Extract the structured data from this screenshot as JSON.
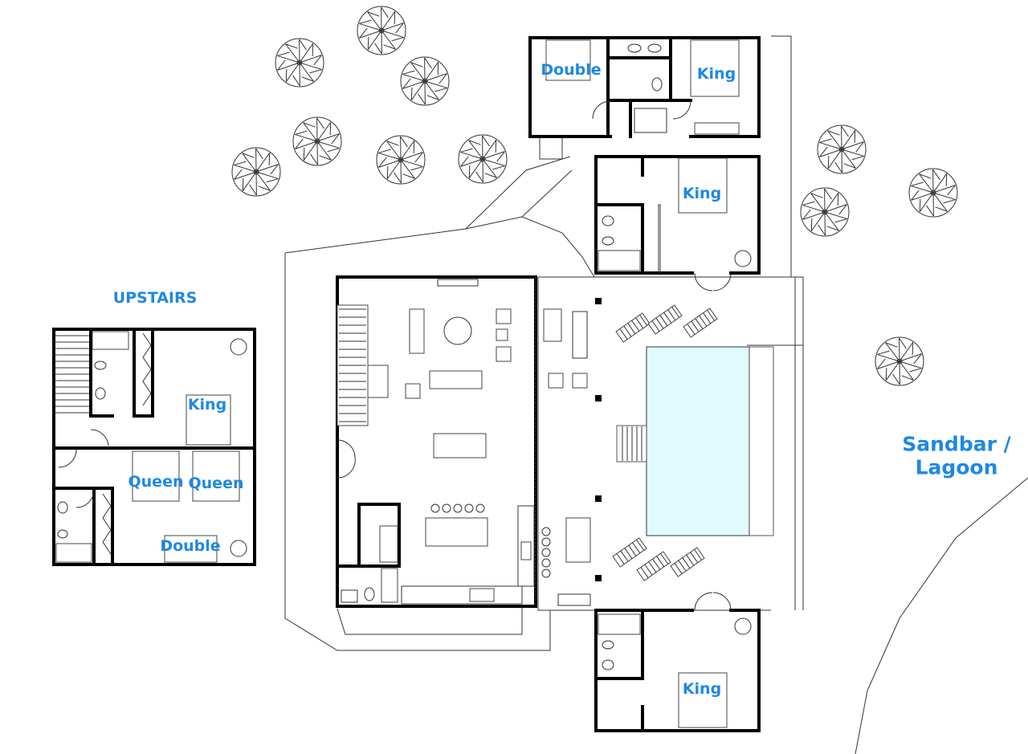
{
  "floorplan": {
    "upstairs_label": "UPSTAIRS",
    "area_label_line1": "Sandbar /",
    "area_label_line2": "Lagoon",
    "rooms": [
      {
        "id": "north-left",
        "label": "Double"
      },
      {
        "id": "north-right",
        "label": "King"
      },
      {
        "id": "east-upper",
        "label": "King"
      },
      {
        "id": "east-lower",
        "label": "King"
      },
      {
        "id": "up-master",
        "label": "King"
      },
      {
        "id": "up-queen-1",
        "label": "Queen"
      },
      {
        "id": "up-queen-2",
        "label": "Queen"
      },
      {
        "id": "up-double",
        "label": "Double"
      }
    ],
    "colors": {
      "label": "#1e88e5",
      "pool": "#e0fbfd",
      "wall": "#000000"
    }
  }
}
